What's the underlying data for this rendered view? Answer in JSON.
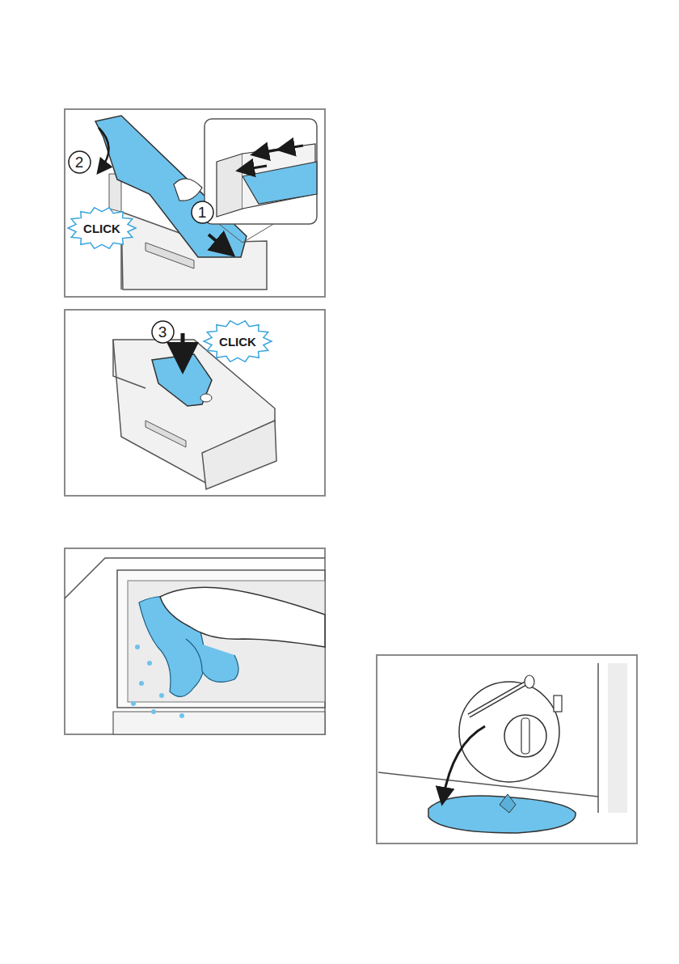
{
  "diagram": {
    "nodes": [
      {
        "text": [
          "2"
        ]
      },
      {
        "text": [
          "1"
        ]
      },
      {
        "text": [
          "CLICK"
        ]
      },
      {
        "text": [
          "3"
        ]
      },
      {
        "text": [
          "CLICK"
        ]
      }
    ]
  }
}
